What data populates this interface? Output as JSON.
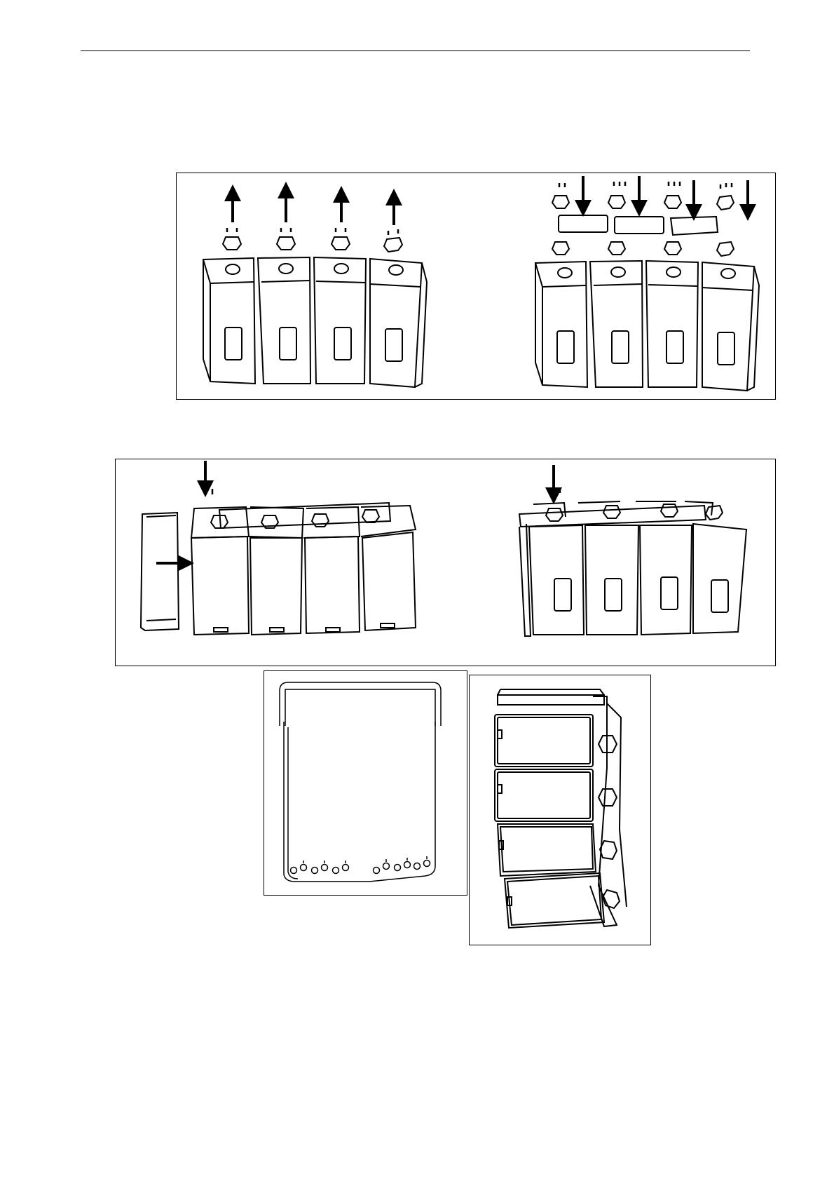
{
  "page": {
    "background": "#ffffff",
    "line_color": "#000000"
  },
  "figures": [
    {
      "id": "fig-1",
      "description_icon": "remove-brackets-and-attach-links-illustration"
    },
    {
      "id": "fig-2",
      "description_icon": "attach-flying-frame-illustration"
    },
    {
      "id": "fig-3",
      "description_icon": "flying-frame-front-view-illustration"
    },
    {
      "id": "fig-4",
      "description_icon": "assembled-array-illustration"
    }
  ]
}
